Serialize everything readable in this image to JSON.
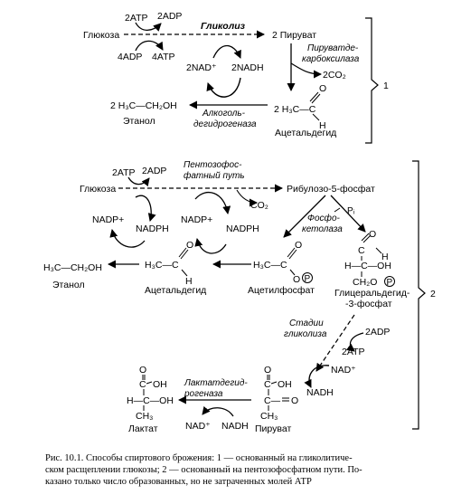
{
  "colors": {
    "ink": "#000000",
    "paper": "#ffffff"
  },
  "scheme1": {
    "atp2": "2ATP",
    "adp2": "2ADP",
    "process": "Гликолиз",
    "glucose": "Глюкоза",
    "adp4": "4ADP",
    "atp4": "4ATP",
    "pyruvate2": "2 Пируват",
    "decarboxylase": [
      "Пируватде-",
      "карбоксилаза"
    ],
    "co2": "2CO₂",
    "nad": "2NAD⁺",
    "nadh": "2NADH",
    "ethanol_formula": "2 H₃C—CH₂OH",
    "ethanol": "Этанол",
    "adh": [
      "Алкоголь-",
      "дегидрогеназа"
    ],
    "acetaldehyde_prefix": "2 H₃C—C",
    "acetaldehyde": "Ацетальдегид",
    "o": "O",
    "h": "H",
    "number": "1"
  },
  "scheme2": {
    "atp2": "2ATP",
    "adp2": "2ADP",
    "pathway": [
      "Пентозофос-",
      "фатный путь"
    ],
    "glucose": "Глюкоза",
    "ribulose": "Рибулозо-5-фосфат",
    "co2": "CO₂",
    "pi": "Pᵢ",
    "nadp_plus_1": "NADP+",
    "nadph_1": "NADPH",
    "nadp_plus_2": "NADP+",
    "nadph_2": "NADPH",
    "phosphoketolase": [
      "Фосфо-",
      "кетолаза"
    ],
    "ethanol_formula": "H₃C—CH₂OH",
    "ethanol": "Этанол",
    "acetaldehyde_formula": "H₃C—C",
    "acetaldehyde": "Ацетальдегид",
    "acetylphosphate_formula": "H₃C—C",
    "acetylphosphate": "Ацетилфосфат",
    "p": "P",
    "o": "O",
    "h": "H",
    "glyceraldehyde_ch": "H—C—OH",
    "glyceraldehyde_ch2": "CH₂O",
    "glyceraldehyde": [
      "Глицеральдегид-",
      "-3-фосфат"
    ],
    "glycolysis_stages": [
      "Стадии",
      "гликолиза"
    ],
    "adp2b": "2ADP",
    "atp2b": "2ATP",
    "nad_plus": "NAD⁺",
    "nadh": "NADH",
    "pyruvate": "Пируват",
    "pyruvate_oh": "OH",
    "pyruvate_c": "C—",
    "lactate": "Лактат",
    "lactate_oh": "OH",
    "lactate_hcoh": "H—C—OH",
    "ch3": "CH₃",
    "ldh": [
      "Лактатдегид-",
      "рогеназа"
    ],
    "nad_plus_b": "NAD⁺",
    "nadh_b": "NADH",
    "number": "2"
  },
  "caption": [
    "Рис. 10.1. Способы спиртового брожения: 1 — основанный на гликолитиче-",
    "ском расщеплении глюкозы; 2 — основанный на пентозофосфатном пути. По-",
    "казано только число образованных, но не затраченных молей АТР"
  ]
}
